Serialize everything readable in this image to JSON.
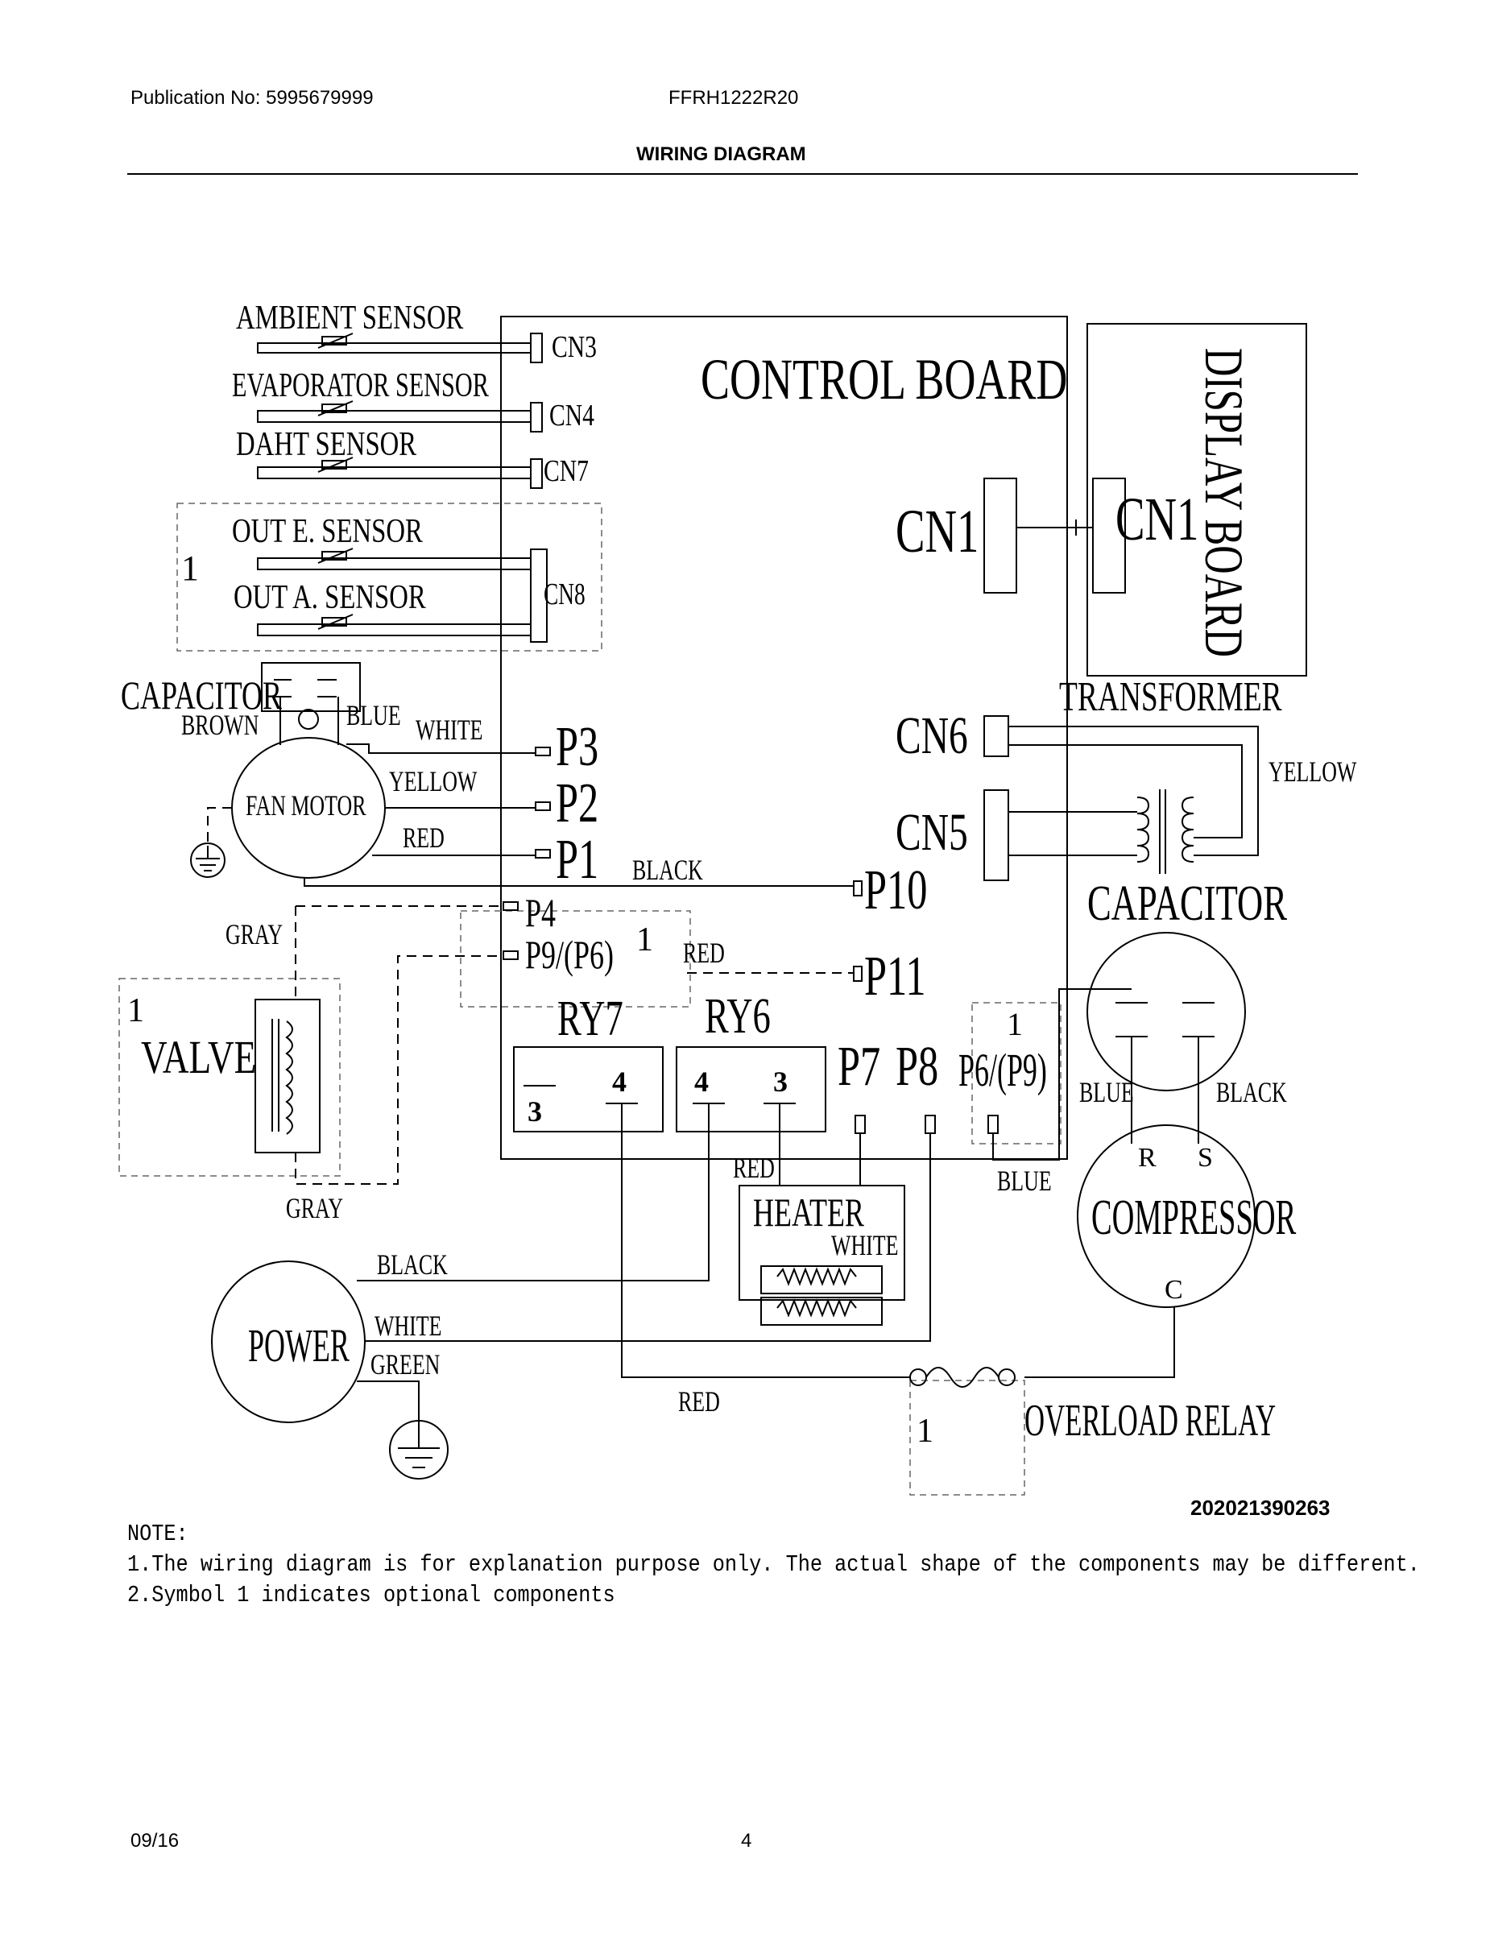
{
  "header": {
    "publication": "Publication No: 5995679999",
    "model": "FFRH1222R20",
    "section": "WIRING DIAGRAM"
  },
  "diagram": {
    "control_board": "CONTROL BOARD",
    "display_board": "DISPLAY BOARD",
    "sensors": {
      "ambient": "AMBIENT SENSOR",
      "evaporator": "EVAPORATOR SENSOR",
      "daht": "DAHT SENSOR",
      "out_e": "OUT E. SENSOR",
      "out_a": "OUT A. SENSOR"
    },
    "connectors": {
      "cn3": "CN3",
      "cn4": "CN4",
      "cn7": "CN7",
      "cn8": "CN8",
      "cn1_board": "CN1",
      "cn1_display": "CN1",
      "cn6": "CN6",
      "cn5": "CN5"
    },
    "terminals": {
      "p1": "P1",
      "p2": "P2",
      "p3": "P3",
      "p4": "P4",
      "p9_p6": "P9/(P6)",
      "p10": "P10",
      "p11": "P11",
      "p7": "P7",
      "p8": "P8",
      "p6_p9": "P6/(P9)"
    },
    "relays": {
      "ry7": "RY7",
      "ry6": "RY6",
      "ry7_left": "3",
      "ry7_right": "4",
      "ry6_left": "4",
      "ry6_right": "3"
    },
    "components": {
      "capacitor_fan": "CAPACITOR",
      "fan_motor": "FAN MOTOR",
      "valve": "VALVE",
      "transformer": "TRANSFORMER",
      "capacitor_comp": "CAPACITOR",
      "compressor": "COMPRESSOR",
      "compressor_r": "R",
      "compressor_s": "S",
      "compressor_c": "C",
      "heater": "HEATER",
      "power": "POWER",
      "overload_relay": "OVERLOAD RELAY"
    },
    "wires": {
      "brown": "BROWN",
      "blue_fan": "BLUE",
      "white_p3": "WHITE",
      "yellow_p2": "YELLOW",
      "red_p1": "RED",
      "black_p10": "BLACK",
      "red_p11": "RED",
      "gray_top": "GRAY",
      "gray_bottom": "GRAY",
      "yellow_tr": "YELLOW",
      "blue_cap": "BLUE",
      "black_cap": "BLACK",
      "blue_p6": "BLUE",
      "red_heater": "RED",
      "white_heater": "WHITE",
      "black_power": "BLACK",
      "white_power": "WHITE",
      "green_power": "GREEN",
      "red_bottom": "RED"
    },
    "optional_marks": {
      "sensors": "1",
      "p4_group": "1",
      "valve": "1",
      "p6_group": "1",
      "overload": "1"
    }
  },
  "diagram_code": "202021390263",
  "notes": {
    "heading": "NOTE:",
    "line1": "1.The wiring diagram is for explanation purpose only. The actual shape of the components may be different.",
    "line2": "2.Symbol 1 indicates optional components"
  },
  "footer": {
    "date": "09/16",
    "page": "4"
  }
}
